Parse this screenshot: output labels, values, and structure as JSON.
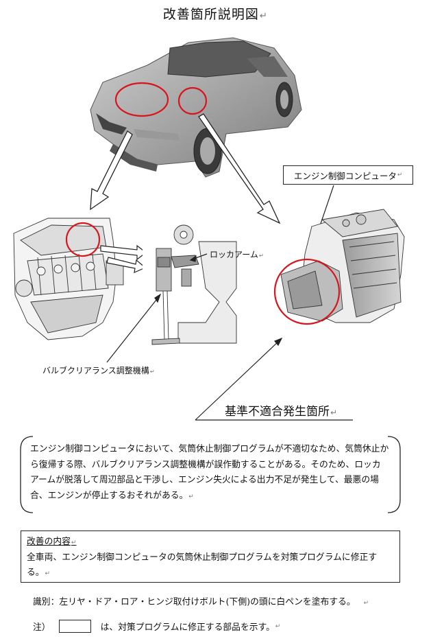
{
  "page": {
    "title": "改善箇所説明図",
    "return_mark": "↵"
  },
  "labels": {
    "ecu": "エンジン制御コンピュータ",
    "rocker_arm": "ロッカアーム",
    "valve_mechanism": "バルブクリアランス調整機構",
    "nonconformity": "基準不適合発生箇所"
  },
  "description": {
    "text": "エンジン制御コンピュータにおいて、気筒休止制御プログラムが不適切なため、気筒休止から復帰する際、バルブクリアランス調整機構が誤作動することがある。そのため、ロッカアームが脱落して周辺部品と干渉し、エンジン失火による出力不足が発生して、最悪の場合、エンジンが停止するおそれがある。"
  },
  "improvement": {
    "heading": "改善の内容",
    "text": "全車両、エンジン制御コンピュータの気筒休止制御プログラムを対策プログラムに修正する。"
  },
  "identification": "識別：左リヤ・ドア・ロア・ヒンジ取付けボルト(下側)の頭に白ペンを塗布する。",
  "note": {
    "prefix": "注）",
    "text": "は、対策プログラムに修正する部品を示す。"
  },
  "colors": {
    "highlight_circle": "#d8141c",
    "line": "#222222"
  }
}
